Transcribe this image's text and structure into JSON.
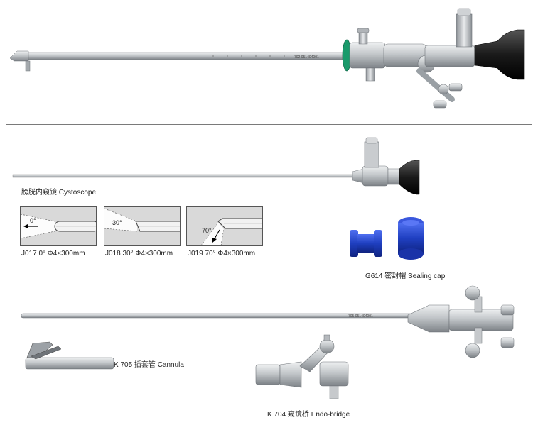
{
  "products": {
    "cystoscope": {
      "label": "膀胱内窥镜 Cystoscope"
    },
    "lenses": [
      {
        "code": "J017 0° Φ4×300mm",
        "angle": "0°"
      },
      {
        "code": "J018 30° Φ4×300mm",
        "angle": "30°"
      },
      {
        "code": "J019 70° Φ4×300mm",
        "angle": "70°"
      }
    ],
    "sealing_cap": {
      "label": "G614 密封帽 Sealing cap"
    },
    "cannula": {
      "label": "K 705 插套管 Cannula"
    },
    "endo_bridge": {
      "label": "K 704 窥镜桥 Endo-bridge"
    }
  },
  "engravings": {
    "top_scope": "702  051404001",
    "cannula_scope": "705  051404001"
  },
  "colors": {
    "steel": "#bfc3c6",
    "steel_dark": "#7c8186",
    "eyepiece_black": "#1b1b1b",
    "valve_green": "#1a9a6b",
    "cap_blue": "#1f3fc0",
    "lens_box": "#d9d9d9"
  }
}
